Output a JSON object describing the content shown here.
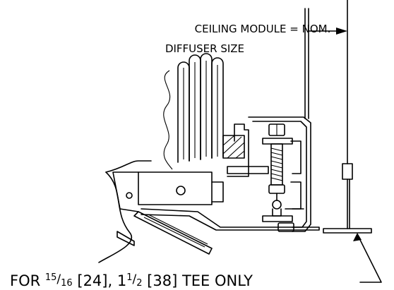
{
  "callouts": {
    "module_line1": "CEILING MODULE = NOM.",
    "module_line2": "DIFFUSER SIZE",
    "tee_prefix": "FOR ",
    "frac_num": "15",
    "frac_slash": "/",
    "frac_den": "16",
    "tee_mid1": " [24], 1",
    "frac2_num": "1",
    "frac2_slash": "/",
    "frac2_den": "2",
    "tee_suffix": " [38] TEE ONLY"
  }
}
